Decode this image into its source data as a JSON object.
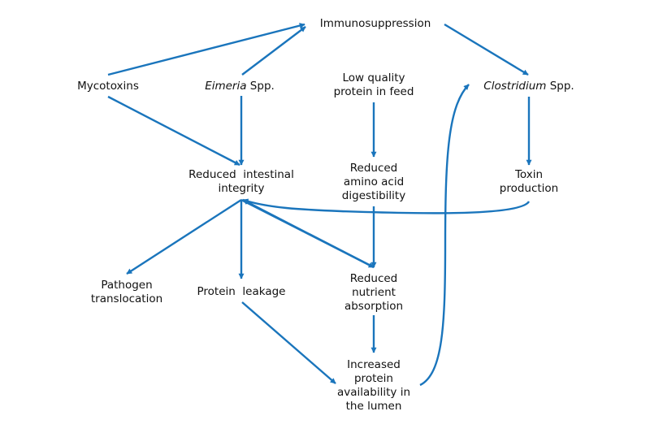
{
  "diagram": {
    "edge_color": "#1a75bc",
    "nodes": {
      "immunosuppression": {
        "lines": [
          "Immunosuppression"
        ]
      },
      "mycotoxins": {
        "lines": [
          "Mycotoxins"
        ]
      },
      "eimeria": {
        "italic": "Eimeria",
        "rest": " Spp."
      },
      "low_quality_protein": {
        "lines": [
          "Low quality",
          "protein in feed"
        ]
      },
      "clostridium": {
        "italic": "Clostridium",
        "rest": " Spp."
      },
      "reduced_intestinal_integrity": {
        "lines": [
          "Reduced  intestinal",
          "integrity"
        ]
      },
      "reduced_amino_acid_digestibility": {
        "lines": [
          "Reduced",
          "amino acid",
          "digestibility"
        ]
      },
      "toxin_production": {
        "lines": [
          "Toxin",
          "production"
        ]
      },
      "pathogen_translocation": {
        "lines": [
          "Pathogen",
          "translocation"
        ]
      },
      "protein_leakage": {
        "lines": [
          "Protein  leakage"
        ]
      },
      "reduced_nutrient_absorption": {
        "lines": [
          "Reduced",
          "nutrient",
          "absorption"
        ]
      },
      "increased_protein_availability": {
        "lines": [
          "Increased",
          "protein",
          "availability in",
          "the lumen"
        ]
      }
    },
    "edges": [
      {
        "from": "mycotoxins",
        "to": "immunosuppression"
      },
      {
        "from": "eimeria",
        "to": "immunosuppression"
      },
      {
        "from": "immunosuppression",
        "to": "clostridium"
      },
      {
        "from": "mycotoxins",
        "to": "reduced_intestinal_integrity"
      },
      {
        "from": "eimeria",
        "to": "reduced_intestinal_integrity"
      },
      {
        "from": "low_quality_protein",
        "to": "reduced_amino_acid_digestibility"
      },
      {
        "from": "clostridium",
        "to": "toxin_production"
      },
      {
        "from": "toxin_production",
        "to": "reduced_intestinal_integrity",
        "curved": true
      },
      {
        "from": "reduced_intestinal_integrity",
        "to": "pathogen_translocation"
      },
      {
        "from": "reduced_intestinal_integrity",
        "to": "protein_leakage"
      },
      {
        "from": "reduced_intestinal_integrity",
        "to": "reduced_nutrient_absorption"
      },
      {
        "from": "reduced_nutrient_absorption",
        "to": "reduced_intestinal_integrity"
      },
      {
        "from": "reduced_amino_acid_digestibility",
        "to": "reduced_nutrient_absorption"
      },
      {
        "from": "reduced_nutrient_absorption",
        "to": "increased_protein_availability"
      },
      {
        "from": "protein_leakage",
        "to": "increased_protein_availability"
      },
      {
        "from": "increased_protein_availability",
        "to": "clostridium",
        "curved": true
      }
    ]
  }
}
